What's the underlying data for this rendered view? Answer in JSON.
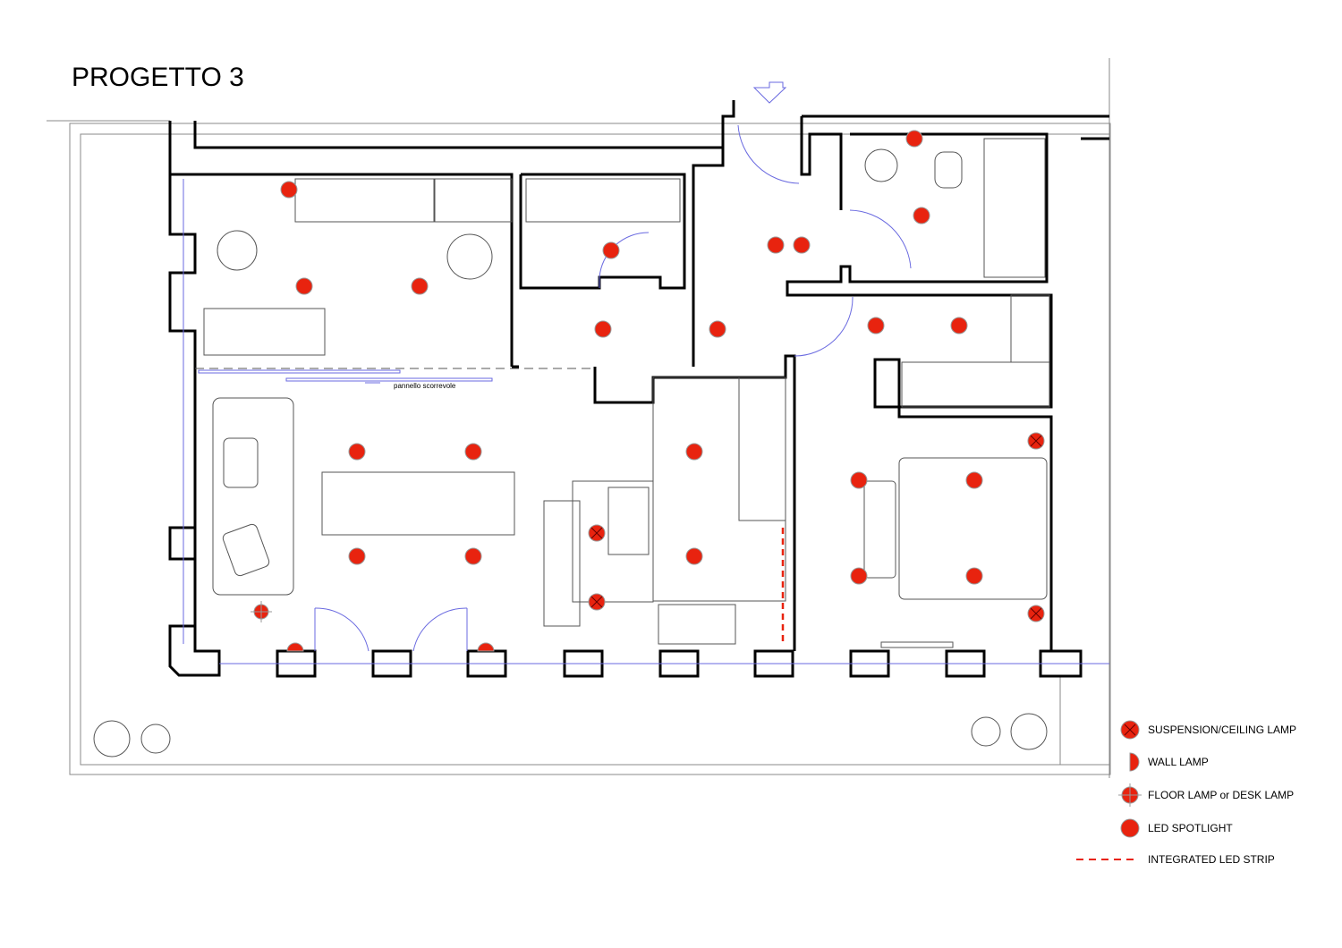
{
  "title": "PROGETTO 3",
  "plan_note": "pannello scorrevole",
  "legend": [
    {
      "label": "SUSPENSION/CEILING LAMP",
      "icon": "suspension-lamp-icon"
    },
    {
      "label": "WALL LAMP",
      "icon": "wall-lamp-icon"
    },
    {
      "label": "FLOOR LAMP or DESK LAMP",
      "icon": "floor-lamp-icon"
    },
    {
      "label": "LED SPOTLIGHT",
      "icon": "led-spotlight-icon"
    },
    {
      "label": "INTEGRATED LED STRIP",
      "icon": "led-strip-icon"
    }
  ],
  "colors": {
    "lamp": "#e8230f",
    "wall": "#000000",
    "glass": "#6a6ae0"
  }
}
